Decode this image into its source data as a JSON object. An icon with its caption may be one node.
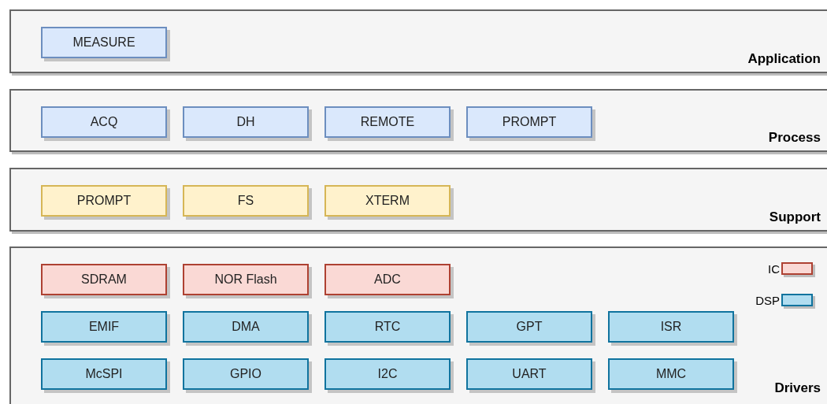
{
  "diagram": {
    "nodes": [
      {
        "text": [
          "Application"
        ]
      },
      {
        "text": [
          "MEASURE"
        ],
        "in": 0
      },
      {
        "text": [
          "Process"
        ]
      },
      {
        "text": [
          "ACQ"
        ],
        "in": 2
      },
      {
        "text": [
          "DH"
        ],
        "in": 2
      },
      {
        "text": [
          "REMOTE"
        ],
        "in": 2
      },
      {
        "text": [
          "PROMPT"
        ],
        "in": 2
      },
      {
        "text": [
          "Support"
        ]
      },
      {
        "text": [
          "PROMPT"
        ],
        "in": 7
      },
      {
        "text": [
          "FS"
        ],
        "in": 7
      },
      {
        "text": [
          "XTERM"
        ],
        "in": 7
      },
      {
        "text": [
          "Drivers"
        ]
      },
      {
        "text": [
          "SDRAM"
        ],
        "in": 11
      },
      {
        "text": [
          "NOR Flash"
        ],
        "in": 11
      },
      {
        "text": [
          "ADC"
        ],
        "in": 11
      },
      {
        "text": [
          "EMIF"
        ],
        "in": 11
      },
      {
        "text": [
          "DMA"
        ],
        "in": 11
      },
      {
        "text": [
          "RTC"
        ],
        "in": 11
      },
      {
        "text": [
          "GPT"
        ],
        "in": 11
      },
      {
        "text": [
          "ISR"
        ],
        "in": 11
      },
      {
        "text": [
          "McSPI"
        ],
        "in": 11
      },
      {
        "text": [
          "GPIO"
        ],
        "in": 11
      },
      {
        "text": [
          "I2C"
        ],
        "in": 11
      },
      {
        "text": [
          "UART"
        ],
        "in": 11
      },
      {
        "text": [
          "MMC"
        ],
        "in": 11
      }
    ],
    "legend": [
      {
        "text": "IC",
        "color": "#fad9d5"
      },
      {
        "text": "DSP",
        "color": "#b1ddf0"
      }
    ]
  }
}
